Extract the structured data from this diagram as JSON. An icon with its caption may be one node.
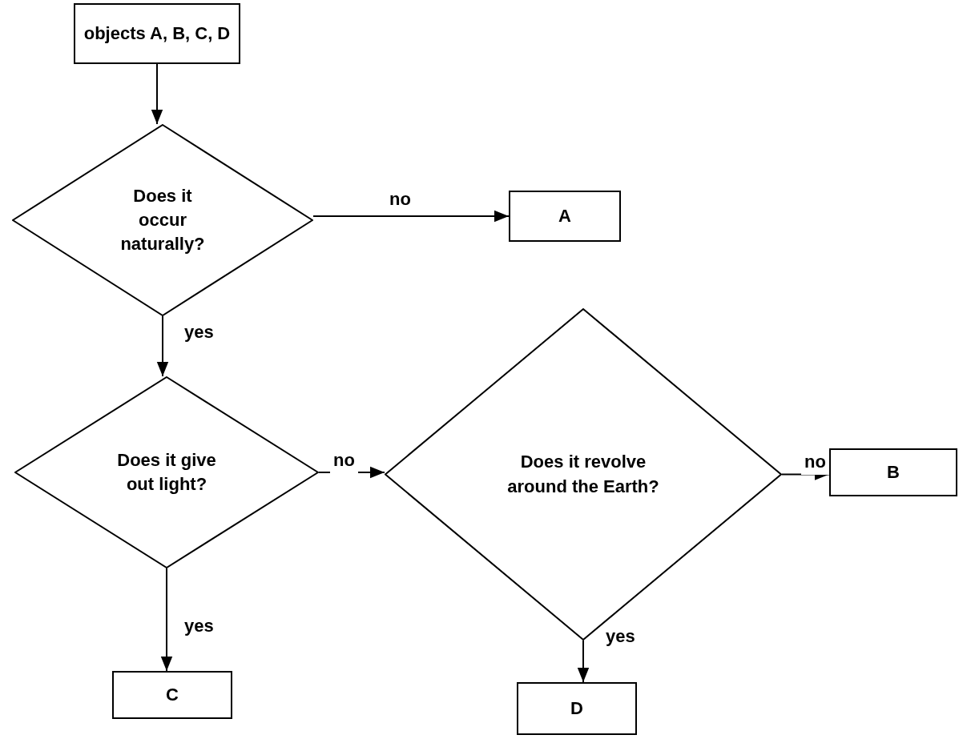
{
  "diagram": {
    "nodes": [
      {
        "text": [
          "objects A, B, C, D"
        ]
      },
      {
        "text": [
          "Does it occur naturally?"
        ]
      },
      {
        "text": [
          "A"
        ]
      },
      {
        "text": [
          "Does it give out light?"
        ]
      },
      {
        "text": [
          "Does it revolve around the Earth?"
        ]
      },
      {
        "text": [
          "B"
        ]
      },
      {
        "text": [
          "C"
        ]
      },
      {
        "text": [
          "D"
        ]
      }
    ],
    "edges": [
      {
        "from": 0,
        "to": 1,
        "arrow": "to"
      },
      {
        "from": 1,
        "to": 2,
        "arrow": "to",
        "label": "no"
      },
      {
        "from": 1,
        "to": 3,
        "arrow": "to",
        "label": "yes"
      },
      {
        "from": 3,
        "to": 4,
        "arrow": "to",
        "label": "no"
      },
      {
        "from": 4,
        "to": 5,
        "arrow": "to",
        "label": "no"
      },
      {
        "from": 3,
        "to": 6,
        "arrow": "to",
        "label": "yes"
      },
      {
        "from": 4,
        "to": 7,
        "arrow": "to",
        "label": "yes"
      }
    ]
  }
}
